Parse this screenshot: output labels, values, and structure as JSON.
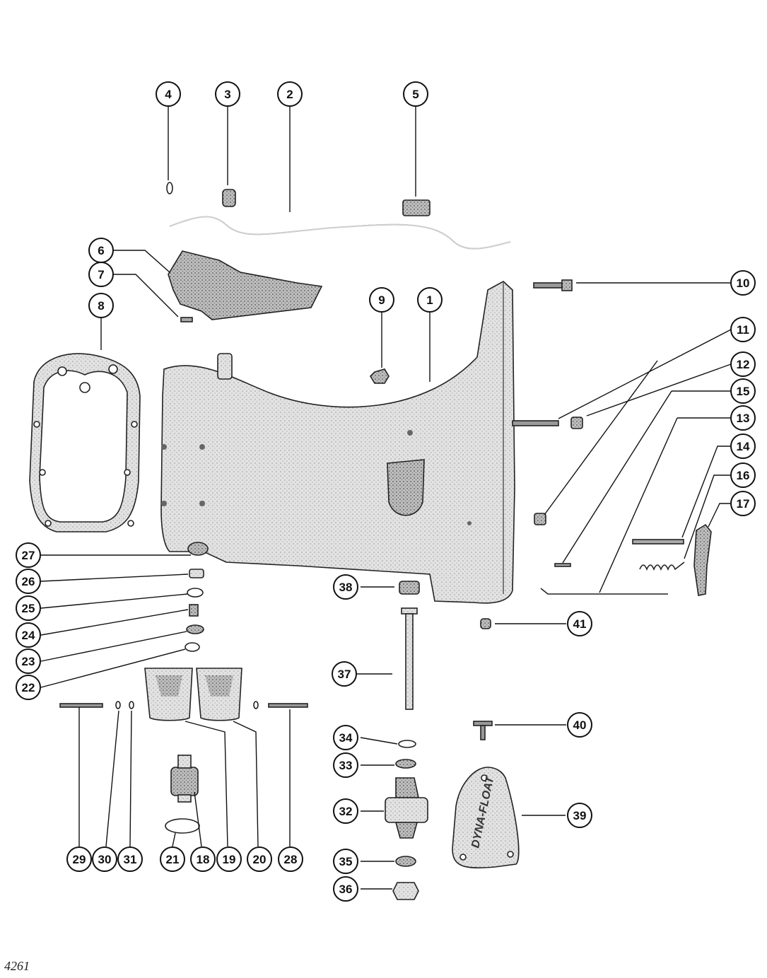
{
  "figure_number": "4261",
  "plate_text": "DYNA-FLOAT",
  "colors": {
    "ink": "#111111",
    "part_fill": "#d9d9d9",
    "part_dark": "#7a7a7a",
    "paper": "#ffffff"
  },
  "callouts": [
    "1",
    "2",
    "3",
    "4",
    "5",
    "6",
    "7",
    "8",
    "9",
    "10",
    "11",
    "12",
    "13",
    "14",
    "15",
    "16",
    "17",
    "18",
    "19",
    "20",
    "21",
    "22",
    "23",
    "24",
    "25",
    "26",
    "27",
    "28",
    "29",
    "30",
    "31",
    "32",
    "33",
    "34",
    "35",
    "36",
    "37",
    "38",
    "39",
    "40",
    "41"
  ]
}
